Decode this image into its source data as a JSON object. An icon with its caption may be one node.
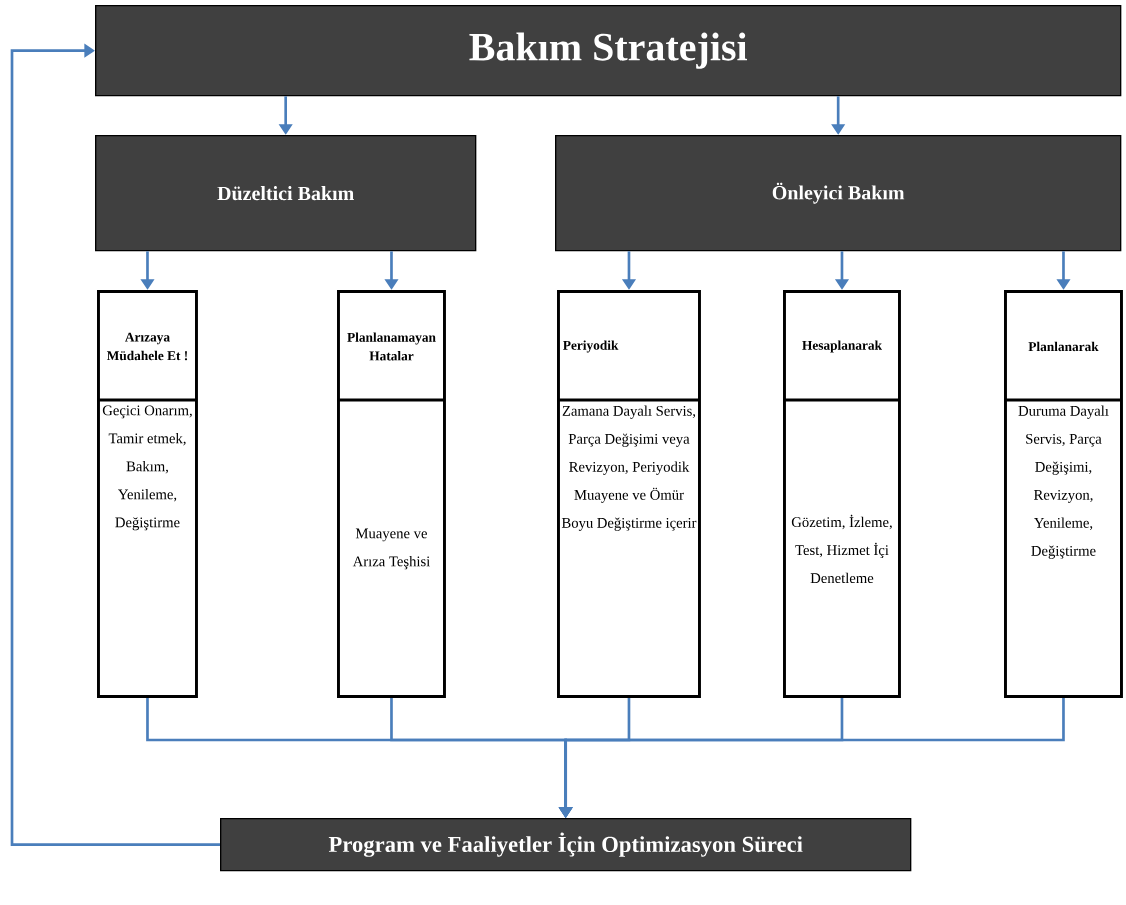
{
  "diagram": {
    "nodes": [
      {
        "text": [
          "Bakım Stratejisi"
        ]
      },
      {
        "text": [
          "Düzeltici Bakım"
        ]
      },
      {
        "text": [
          "Önleyici Bakım"
        ]
      },
      {
        "text": [
          "Arızaya Müdahele Et !",
          "Geçici Onarım, Tamir etmek, Bakım, Yenileme, Değiştirme"
        ]
      },
      {
        "text": [
          "Planlanamayan Hatalar",
          "Muayene ve Arıza Teşhisi"
        ]
      },
      {
        "text": [
          "Periyodik",
          "Zamana Dayalı Servis, Parça Değişimi veya Revizyon, Periyodik Muayene ve Ömür Boyu Değiştirme içerir"
        ]
      },
      {
        "text": [
          "Hesaplanarak",
          "Gözetim, İzleme, Test, Hizmet İçi Denetleme"
        ]
      },
      {
        "text": [
          "Planlanarak",
          "Duruma Dayalı Servis, Parça Değişimi, Revizyon, Yenileme, Değiştirme"
        ]
      },
      {
        "text": [
          "Program ve Faaliyetler İçin Optimizasyon Süreci"
        ]
      }
    ],
    "edges": [
      {
        "from": 0,
        "to": 1,
        "arrow": "to"
      },
      {
        "from": 0,
        "to": 2,
        "arrow": "to"
      },
      {
        "from": 1,
        "to": 3,
        "arrow": "to"
      },
      {
        "from": 1,
        "to": 4,
        "arrow": "to"
      },
      {
        "from": 2,
        "to": 5,
        "arrow": "to"
      },
      {
        "from": 2,
        "to": 6,
        "arrow": "to"
      },
      {
        "from": 2,
        "to": 7,
        "arrow": "to"
      },
      {
        "from": 3,
        "to": 8,
        "arrow": "to"
      },
      {
        "from": 4,
        "to": 8,
        "arrow": "to"
      },
      {
        "from": 5,
        "to": 8,
        "arrow": "to"
      },
      {
        "from": 6,
        "to": 8,
        "arrow": "to"
      },
      {
        "from": 7,
        "to": 8,
        "arrow": "to"
      },
      {
        "from": 8,
        "to": 0,
        "arrow": "to"
      }
    ]
  }
}
